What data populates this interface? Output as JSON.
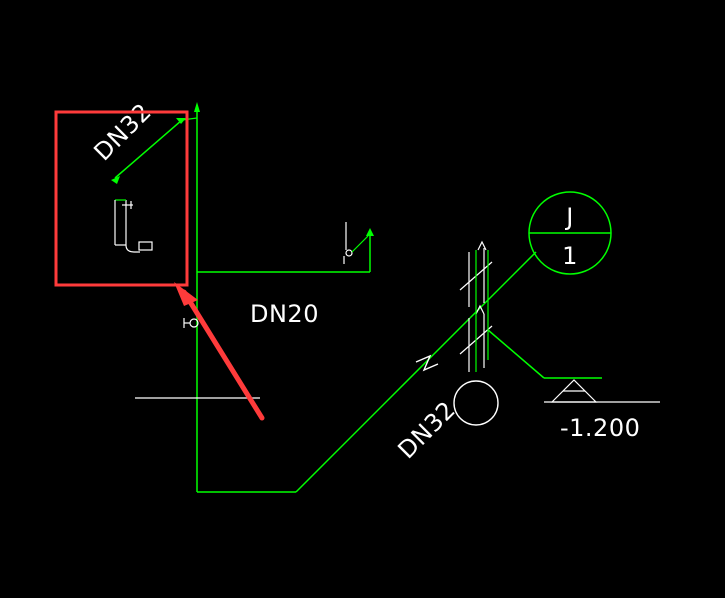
{
  "labels": {
    "pipe_dn32_top": "DN32",
    "pipe_dn20": "DN20",
    "pipe_dn32_diagonal": "DN32",
    "elevation": "-1.200",
    "circle_top": "J",
    "circle_bottom": "1"
  },
  "colors": {
    "background": "#000000",
    "pipe": "#00ff00",
    "text": "#ffffff",
    "highlight": "#ff3b3b"
  }
}
